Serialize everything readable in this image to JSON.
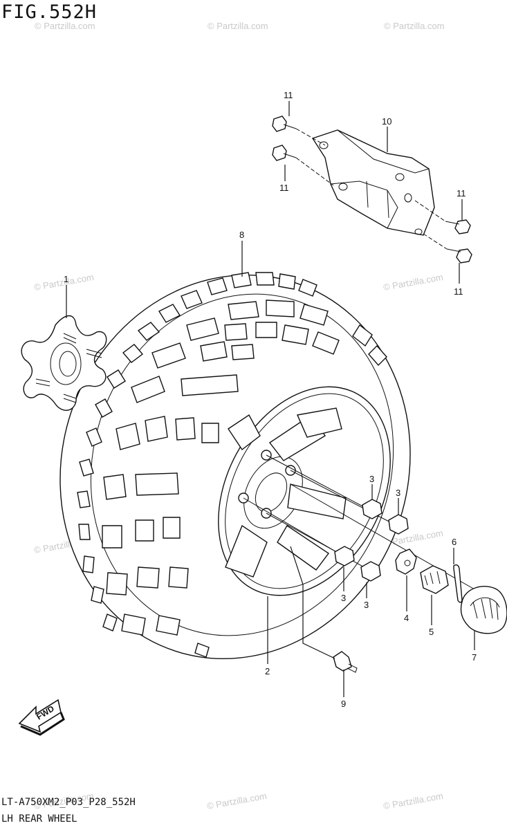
{
  "figure": {
    "title": "FIG.552H",
    "model_code": "LT-A750XM2_P03_P28_552H",
    "description": "LH REAR WHEEL"
  },
  "watermark": "© Partzilla.com",
  "arrow_label": "FWD",
  "callouts": [
    {
      "id": "c1",
      "label": "1"
    },
    {
      "id": "c2",
      "label": "2"
    },
    {
      "id": "c3a",
      "label": "3"
    },
    {
      "id": "c3b",
      "label": "3"
    },
    {
      "id": "c3c",
      "label": "3"
    },
    {
      "id": "c3d",
      "label": "3"
    },
    {
      "id": "c4",
      "label": "4"
    },
    {
      "id": "c5",
      "label": "5"
    },
    {
      "id": "c6",
      "label": "6"
    },
    {
      "id": "c7",
      "label": "7"
    },
    {
      "id": "c8",
      "label": "8"
    },
    {
      "id": "c9",
      "label": "9"
    },
    {
      "id": "c10",
      "label": "10"
    },
    {
      "id": "c11a",
      "label": "11"
    },
    {
      "id": "c11b",
      "label": "11"
    },
    {
      "id": "c11c",
      "label": "11"
    },
    {
      "id": "c11d",
      "label": "11"
    }
  ],
  "colors": {
    "ink": "#111111",
    "watermark": "#c9c9c9",
    "background": "#ffffff"
  }
}
